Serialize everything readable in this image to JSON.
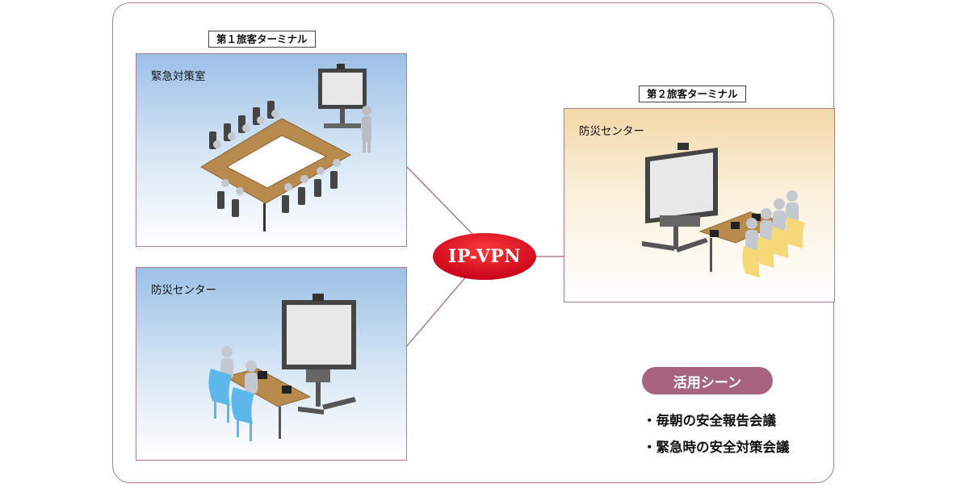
{
  "terminal1": {
    "tag": "第１旅客ターミナル",
    "room_a": {
      "label": "緊急対策室"
    },
    "room_b": {
      "label": "防災センター"
    }
  },
  "terminal2": {
    "tag": "第２旅客ターミナル",
    "room": {
      "label": "防災センター"
    }
  },
  "network": {
    "label": "IP-VPN"
  },
  "usage": {
    "title": "活用シーン",
    "items": [
      "・毎朝の安全報告会議",
      "・緊急時の安全対策会議"
    ]
  },
  "colors": {
    "frame_border": "#b07a90",
    "vpn_red": "#d8001c",
    "usage_badge": "#a6647e",
    "chair_blue": "#5bb8e8",
    "chair_yellow": "#f5d878",
    "table_brown": "#b98a4e"
  }
}
